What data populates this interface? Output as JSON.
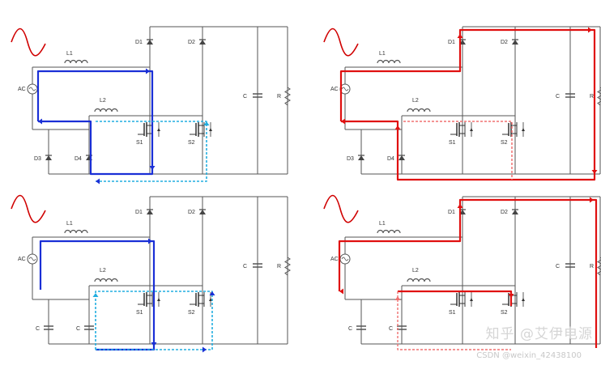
{
  "panels": [
    {
      "id": "top-left",
      "variant": "A",
      "labels": {
        "d1": "D1",
        "d2": "D2",
        "d3": "D3",
        "d4": "D4",
        "l1": "L1",
        "l2": "L2",
        "ac": "AC",
        "c": "C",
        "r": "R",
        "s1": "S1",
        "s2": "S2"
      }
    },
    {
      "id": "top-right",
      "variant": "A",
      "labels": {
        "d1": "D1",
        "d2": "D2",
        "d3": "D3",
        "d4": "D4",
        "l1": "L1",
        "l2": "L2",
        "ac": "AC",
        "c": "C",
        "r": "R",
        "s1": "S1",
        "s2": "S2"
      }
    },
    {
      "id": "bottom-left",
      "variant": "B",
      "labels": {
        "d1": "D1",
        "d2": "D2",
        "c1": "C",
        "c2": "C",
        "l1": "L1",
        "l2": "L2",
        "ac": "AC",
        "c": "C",
        "r": "R",
        "s1": "S1",
        "s2": "S2"
      }
    },
    {
      "id": "bottom-right",
      "variant": "B",
      "labels": {
        "d1": "D1",
        "d2": "D2",
        "c1": "C",
        "c2": "C",
        "l1": "L1",
        "l2": "L2",
        "ac": "AC",
        "c": "C",
        "r": "R",
        "s1": "S1",
        "s2": "S2"
      }
    }
  ],
  "colors": {
    "wire": "#555555",
    "sine": "#d00000",
    "blue": "#1a2fd6",
    "cyan": "#22aee0",
    "red": "#e01010",
    "pink": "#f07070"
  },
  "watermark": {
    "brand": "知乎 @艾伊电源",
    "csdn": "CSDN @weixin_42438100"
  }
}
